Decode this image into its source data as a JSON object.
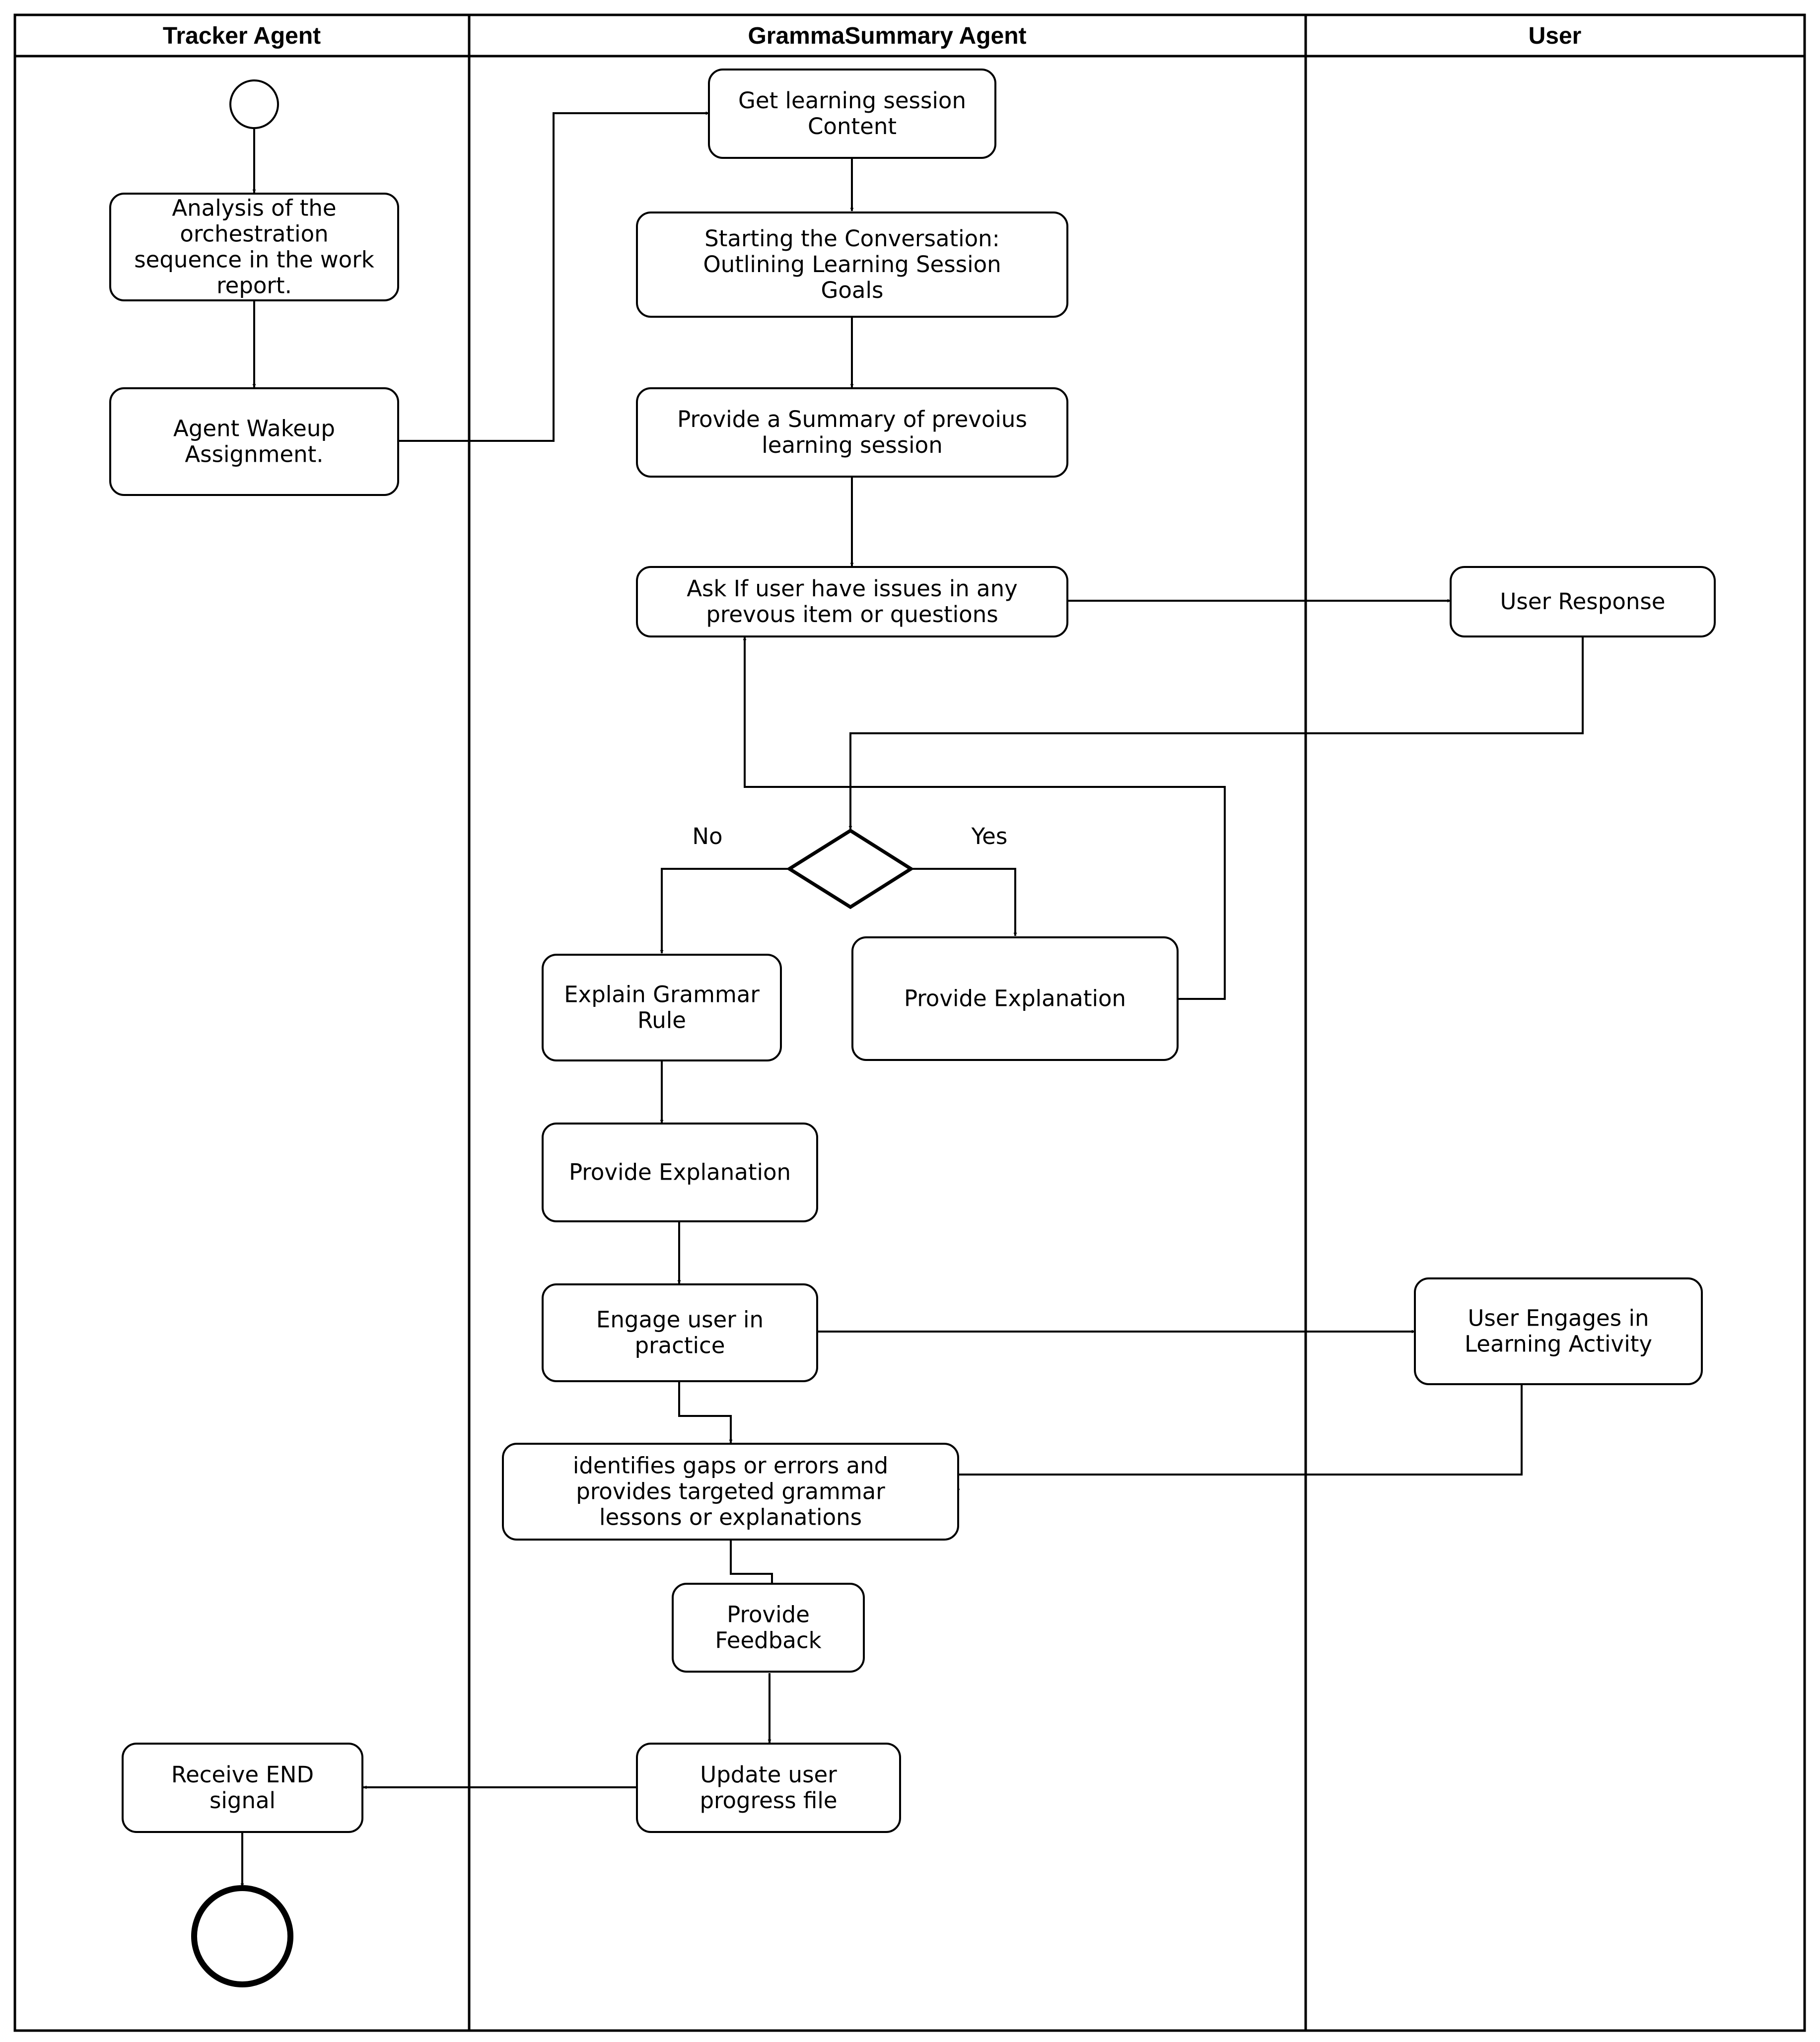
{
  "lanes": {
    "tracker": "Tracker Agent",
    "grammar": "GrammaSummary Agent",
    "user": "User"
  },
  "nodes": {
    "analysis": [
      "Analysis of the",
      "orchestration",
      "sequence in the work",
      "report."
    ],
    "wakeup": [
      "Agent Wakeup",
      "Assignment."
    ],
    "get_content": [
      "Get learning session",
      "Content"
    ],
    "start_conv": [
      "Starting the Conversation:",
      "Outlining Learning Session",
      "Goals"
    ],
    "summary": [
      "Provide a Summary of prevoius",
      "learning session"
    ],
    "ask_issues": [
      "Ask If user have issues in any",
      "prevous item or questions"
    ],
    "user_response": [
      "User Response"
    ],
    "explain_rule": [
      "Explain Grammar",
      "Rule"
    ],
    "provide_expl_yes": [
      "Provide Explanation"
    ],
    "provide_expl_no": [
      "Provide Explanation"
    ],
    "engage_practice": [
      "Engage user in",
      "practice"
    ],
    "user_engages": [
      "User Engages in",
      "Learning Activity"
    ],
    "identify_gaps": [
      "identifies gaps or errors and",
      "provides targeted grammar",
      "lessons or explanations"
    ],
    "feedback": [
      "Provide",
      "Feedback"
    ],
    "update_progress": [
      "Update user",
      "progress file"
    ],
    "receive_end": [
      "Receive END",
      "signal"
    ]
  },
  "decision": {
    "no_label": "No",
    "yes_label": "Yes"
  }
}
